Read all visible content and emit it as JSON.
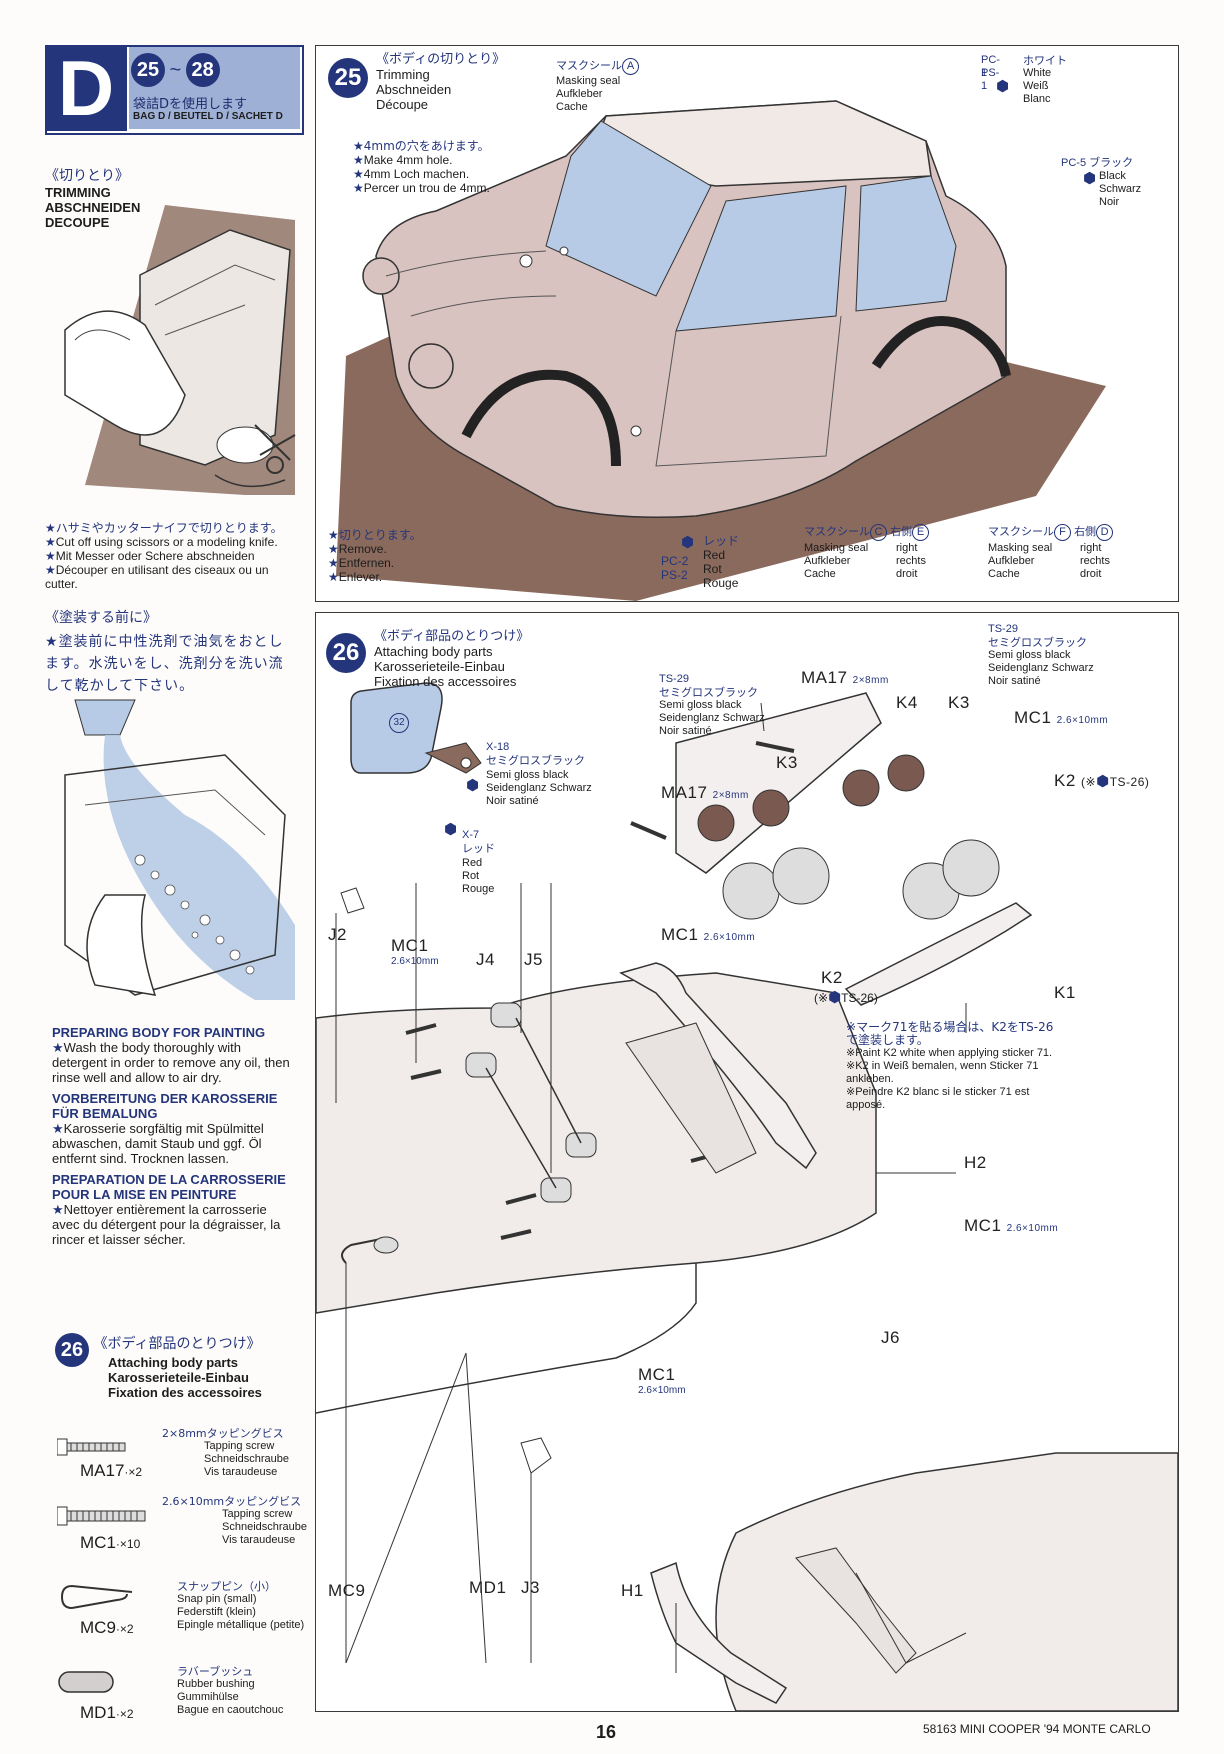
{
  "header": {
    "letter": "D",
    "step_from": "25",
    "step_sep": "~",
    "step_to": "28",
    "bag_jp": "袋詰Dを使用します",
    "bag_en": "BAG D / BEUTEL D / SACHET D"
  },
  "trimming": {
    "jp": "《切りとり》",
    "en": "TRIMMING",
    "de": "ABSCHNEIDEN",
    "fr": "DECOUPE",
    "note_jp": "ハサミやカッターナイフで切りとります。",
    "note_en": "Cut off using scissors or a modeling knife.",
    "note_de": "Mit Messer oder Schere abschneiden",
    "note_fr": "Découper en utilisant des ciseaux ou un cutter."
  },
  "washing": {
    "jp_title": "《塗装する前に》",
    "jp_text": "塗装前に中性洗剤で油気をおとします。水洗いをし、洗剤分を洗い流して乾かして下さい。",
    "en_title": "PREPARING BODY FOR PAINTING",
    "en_text": "Wash the body thoroughly with detergent in order to remove any oil, then rinse well and allow to air dry.",
    "de_title": "VORBEREITUNG DER KAROSSERIE FÜR BEMALUNG",
    "de_text": "Karosserie sorgfältig mit Spülmittel abwaschen, damit Staub und ggf. Öl entfernt sind. Trocknen lassen.",
    "fr_title": "PREPARATION DE LA CARROSSERIE POUR LA MISE EN PEINTURE",
    "fr_text": "Nettoyer entièrement la carrosserie avec du détergent pour la dégraisser, la rincer et laisser sécher."
  },
  "parts_box": {
    "step": "26",
    "jp": "《ボディ部品のとりつけ》",
    "en": "Attaching body parts",
    "de": "Karosserieteile-Einbau",
    "fr": "Fixation des accessoires",
    "items": [
      {
        "code": "MA17",
        "qty": "·×2",
        "jp": "2×8mmタッピングビス",
        "en": "Tapping screw",
        "de": "Schneidschraube",
        "fr": "Vis taraudeuse"
      },
      {
        "code": "MC1",
        "qty": "·×10",
        "jp": "2.6×10mmタッピングビス",
        "en": "Tapping screw",
        "de": "Schneidschraube",
        "fr": "Vis taraudeuse"
      },
      {
        "code": "MC9",
        "qty": "·×2",
        "jp": "スナップピン（小）",
        "en": "Snap pin (small)",
        "de": "Federstift (klein)",
        "fr": "Epingle métallique (petite)"
      },
      {
        "code": "MD1",
        "qty": "·×2",
        "jp": "ラバーブッシュ",
        "en": "Rubber bushing",
        "de": "Gummihülse",
        "fr": "Bague en caoutchouc"
      }
    ]
  },
  "step25": {
    "num": "25",
    "jp": "《ボディの切りとり》",
    "en": "Trimming",
    "de": "Abschneiden",
    "fr": "Découpe",
    "hole_jp": "4mmの穴をあけます。",
    "hole_en": "Make 4mm hole.",
    "hole_de": "4mm Loch machen.",
    "hole_fr": "Percer un trou de 4mm.",
    "remove_jp": "切りとります。",
    "remove_en": "Remove.",
    "remove_de": "Entfernen.",
    "remove_fr": "Enlever.",
    "mask_a": {
      "jp": "マスクシール",
      "letter": "A",
      "en": "Masking seal",
      "de": "Aufkleber",
      "fr": "Cache"
    },
    "mask_c": {
      "jp": "マスクシール",
      "letter": "C",
      "side_jp": "右側",
      "side_letter": "E",
      "en": "Masking seal",
      "de": "Aufkleber",
      "fr": "Cache",
      "side_en": "right",
      "side_de": "rechts",
      "side_fr": "droit"
    },
    "mask_f": {
      "jp": "マスクシール",
      "letter": "F",
      "side_jp": "右側",
      "side_letter": "D",
      "en": "Masking seal",
      "de": "Aufkleber",
      "fr": "Cache",
      "side_en": "right",
      "side_de": "rechts",
      "side_fr": "droit"
    },
    "paint_white": {
      "code1": "PC-1",
      "code2": "PS-1",
      "jp": "ホワイト",
      "en": "White",
      "de": "Weiß",
      "fr": "Blanc"
    },
    "paint_black": {
      "code": "PC-5",
      "jp": "ブラック",
      "en": "Black",
      "de": "Schwarz",
      "fr": "Noir"
    },
    "paint_red": {
      "code1": "PC-2",
      "code2": "PS-2",
      "jp": "レッド",
      "en": "Red",
      "de": "Rot",
      "fr": "Rouge"
    }
  },
  "step26": {
    "num": "26",
    "jp": "《ボディ部品のとりつけ》",
    "en": "Attaching body parts",
    "de": "Karosserieteile-Einbau",
    "fr": "Fixation des accessoires",
    "mirror_num": "32",
    "x18": {
      "code": "X-18",
      "jp": "セミグロスブラック",
      "en": "Semi gloss black",
      "de": "Seidenglanz Schwarz",
      "fr": "Noir satiné"
    },
    "x7": {
      "code": "X-7",
      "jp": "レッド",
      "en": "Red",
      "de": "Rot",
      "fr": "Rouge"
    },
    "ts29a": {
      "code": "TS-29",
      "jp": "セミグロスブラック",
      "en": "Semi gloss black",
      "de": "Seidenglanz Schwarz",
      "fr": "Noir satiné"
    },
    "ts29b": {
      "code": "TS-29",
      "jp": "セミグロスブラック",
      "en": "Semi gloss black",
      "de": "Seidenglanz Schwarz",
      "fr": "Noir satiné"
    },
    "labels": {
      "ma17": "MA17",
      "ma17_size": "2×8mm",
      "mc1": "MC1",
      "mc1_size": "2.6×10mm",
      "k1": "K1",
      "k2": "K2",
      "k3": "K3",
      "k4": "K4",
      "ts26": "TS-26",
      "j2": "J2",
      "j3": "J3",
      "j4": "J4",
      "j5": "J5",
      "j6": "J6",
      "h1": "H1",
      "h2": "H2",
      "mc9": "MC9",
      "md1": "MD1"
    },
    "note_jp": "マーク71を貼る場合は、K2をTS-26で塗装します。",
    "note_en": "Paint K2 white when applying sticker 71.",
    "note_de": "K2 in Weiß bemalen, wenn Sticker 71 ankleben.",
    "note_fr": "Peindre K2 blanc si le sticker 71 est apposé."
  },
  "footer": {
    "page": "16",
    "model": "58163 MINI COOPER '94 MONTE CARLO"
  },
  "colors": {
    "accent_blue": "#24357c",
    "light_blue": "#9fb0d6",
    "trim_brown": "#8a6a5c",
    "body_pink": "#d9c3c0",
    "glass_blue": "#b7cbe6"
  }
}
